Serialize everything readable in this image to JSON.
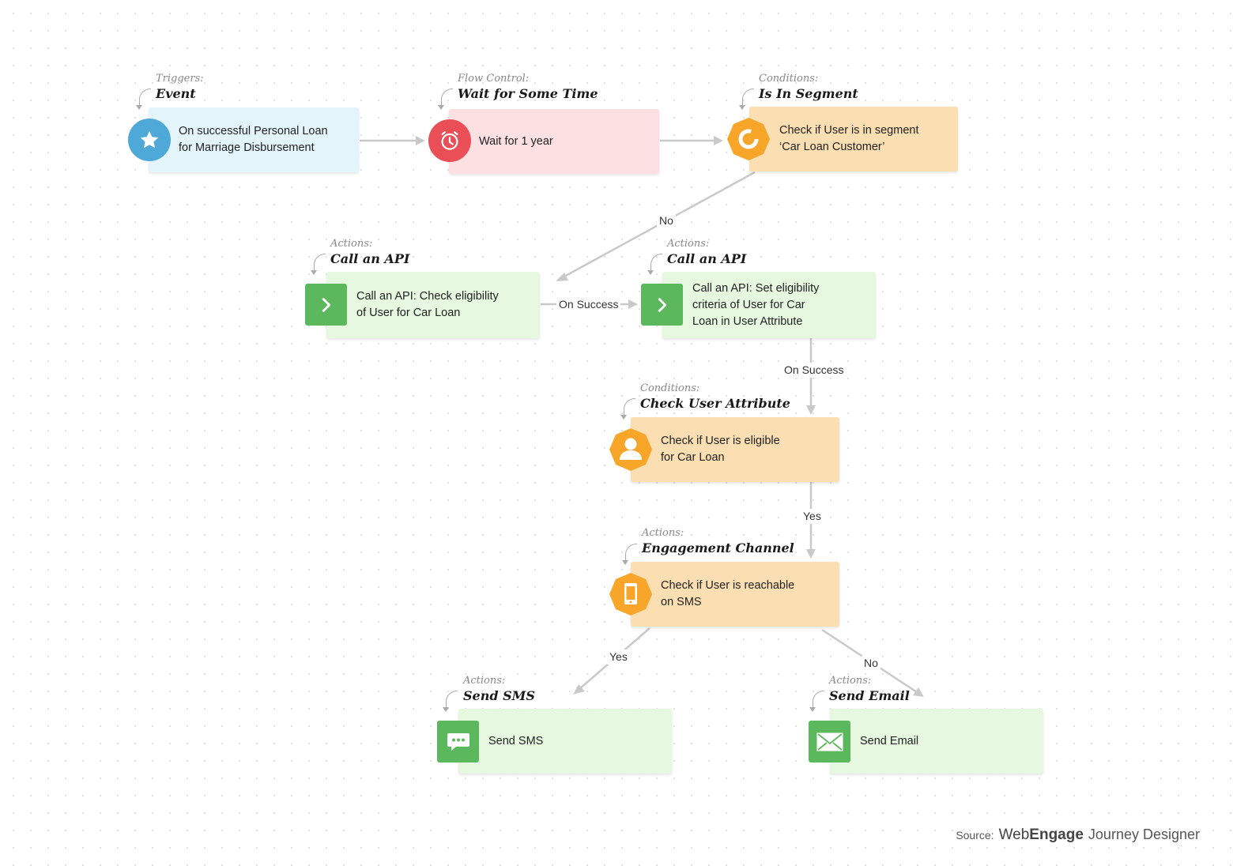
{
  "nodes": {
    "trigger": {
      "category": "Triggers:",
      "type": "Event",
      "text": [
        "On successful Personal Loan",
        "for Marriage Disbursement"
      ]
    },
    "wait": {
      "category": "Flow Control:",
      "type": "Wait for Some Time",
      "text": [
        "Wait for 1 year"
      ]
    },
    "segment": {
      "category": "Conditions:",
      "type": "Is In Segment",
      "text": [
        "Check if User is in segment",
        "‘Car Loan Customer’"
      ]
    },
    "api_check": {
      "category": "Actions:",
      "type": "Call an API",
      "text": [
        "Call an API: Check eligibility",
        "of User for Car Loan"
      ]
    },
    "api_set": {
      "category": "Actions:",
      "type": "Call an API",
      "text": [
        "Call an API: Set eligibility",
        "criteria of User for Car",
        "Loan in User Attribute"
      ]
    },
    "attribute": {
      "category": "Conditions:",
      "type": "Check User Attribute",
      "text": [
        "Check if User is eligible",
        "for Car Loan"
      ]
    },
    "channel": {
      "category": "Actions:",
      "type": "Engagement Channel",
      "text": [
        "Check if User is reachable",
        "on SMS"
      ]
    },
    "sms": {
      "category": "Actions:",
      "type": "Send SMS",
      "text": [
        "Send SMS"
      ]
    },
    "email": {
      "category": "Actions:",
      "type": "Send Email",
      "text": [
        "Send Email"
      ]
    }
  },
  "edges": {
    "segment_no": "No",
    "api_on_success": "On Success",
    "api_set_on_success": "On Success",
    "attribute_yes": "Yes",
    "channel_yes": "Yes",
    "channel_no": "No"
  },
  "icons": {
    "trigger": "star-icon",
    "wait": "clock-icon",
    "segment": "segment-ring-icon",
    "api_check": "chevron-right-icon",
    "api_set": "chevron-right-icon",
    "attribute": "user-icon",
    "channel": "mobile-phone-icon",
    "sms": "chat-bubble-icon",
    "email": "envelope-icon"
  },
  "colors": {
    "trigger_icon": "#4ea8d8",
    "wait_icon": "#ea4f57",
    "condition_icon": "#f7a629",
    "action_icon": "#5cb85c"
  },
  "footer": {
    "source_label": "Source:",
    "brand_web": "Web",
    "brand_engage": "Engage",
    "product": "Journey Designer"
  }
}
